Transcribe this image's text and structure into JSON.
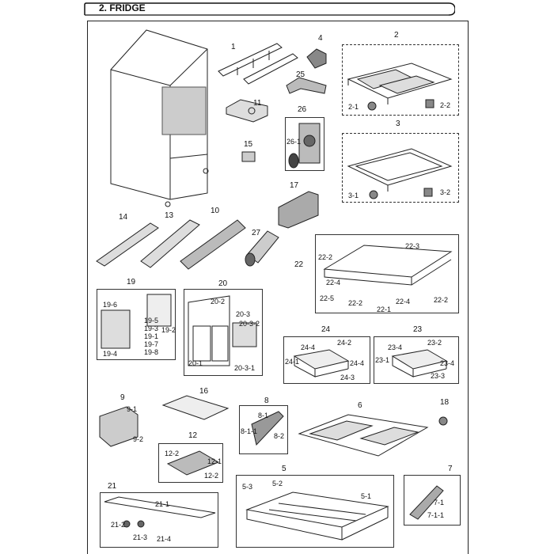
{
  "header": {
    "title": "2. FRIDGE"
  },
  "parts": {
    "p1": "1",
    "p2": "2",
    "p2_1": "2-1",
    "p2_2": "2-2",
    "p3": "3",
    "p3_1": "3-1",
    "p3_2": "3-2",
    "p4": "4",
    "p5": "5",
    "p5_1": "5-1",
    "p5_2": "5-2",
    "p5_3": "5-3",
    "p6": "6",
    "p7": "7",
    "p7_1": "7-1",
    "p7_1_1": "7-1-1",
    "p8": "8",
    "p8_1": "8-1",
    "p8_1_1": "8-1-1",
    "p8_2": "8-2",
    "p9": "9",
    "p9_1": "9-1",
    "p9_2": "9-2",
    "p10": "10",
    "p11": "11",
    "p12": "12",
    "p12_1": "12-1",
    "p12_2a": "12-2",
    "p12_2b": "12-2",
    "p13": "13",
    "p14": "14",
    "p15": "15",
    "p16": "16",
    "p17": "17",
    "p18": "18",
    "p19": "19",
    "p19_1": "19-1",
    "p19_2": "19-2",
    "p19_3": "19-3",
    "p19_4": "19-4",
    "p19_5": "19-5",
    "p19_6": "19-6",
    "p19_7": "19-7",
    "p19_8": "19-8",
    "p20": "20",
    "p20_1": "20-1",
    "p20_2": "20-2",
    "p20_3": "20-3",
    "p20_3_1": "20-3-1",
    "p20_3_2": "20-3-2",
    "p21": "21",
    "p21_1": "21-1",
    "p21_2": "21-2",
    "p21_3": "21-3",
    "p21_4": "21-4",
    "p22": "22",
    "p22_1": "22-1",
    "p22_2a": "22-2",
    "p22_2b": "22-2",
    "p22_2c": "22-2",
    "p22_3": "22-3",
    "p22_4a": "22-4",
    "p22_4b": "22-4",
    "p22_5": "22-5",
    "p23": "23",
    "p23_1": "23-1",
    "p23_2": "23-2",
    "p23_3": "23-3",
    "p23_4a": "23-4",
    "p23_4b": "23-4",
    "p24": "24",
    "p24_1": "24-1",
    "p24_2": "24-2",
    "p24_3": "24-3",
    "p24_4a": "24-4",
    "p24_4b": "24-4",
    "p25": "25",
    "p26": "26",
    "p26_1": "26-1",
    "p27": "27"
  }
}
